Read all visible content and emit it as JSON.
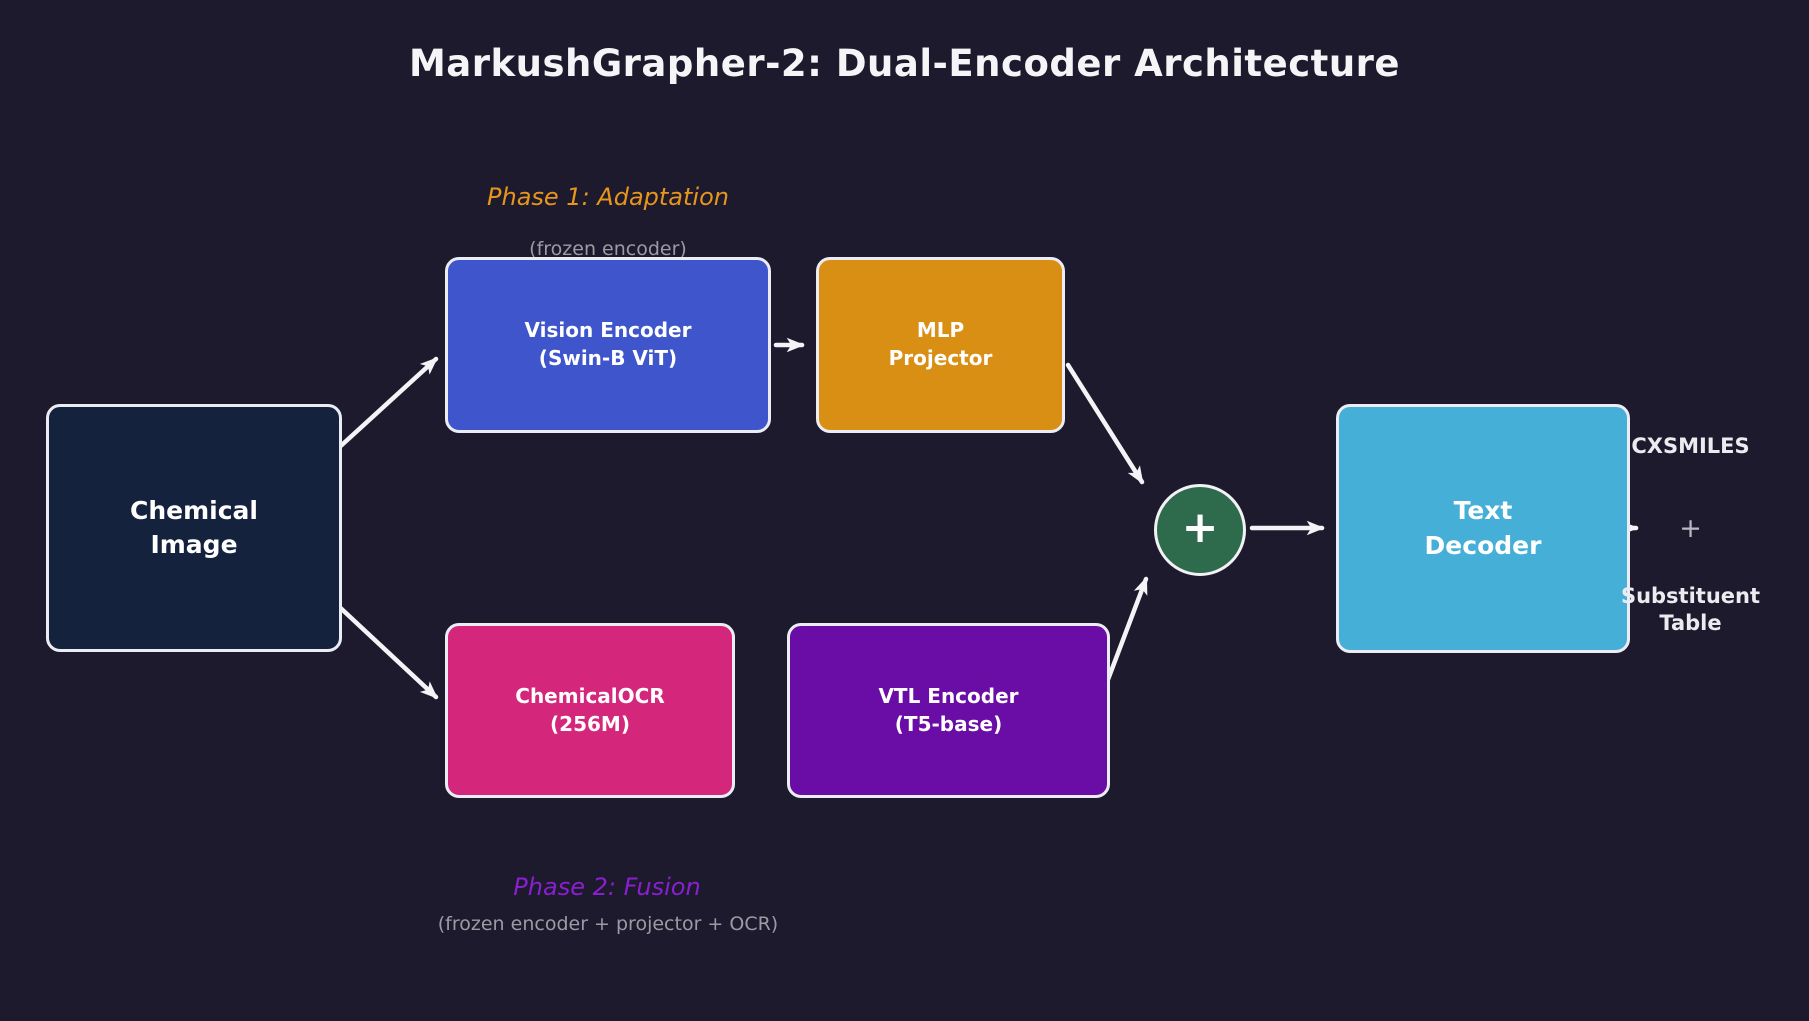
{
  "title": "MarkushGrapher-2: Dual-Encoder Architecture",
  "phase1": {
    "label": "Phase 1: Adaptation",
    "note": "(frozen encoder)",
    "color": "#e8951c"
  },
  "phase2": {
    "label": "Phase 2: Fusion",
    "note": "(frozen encoder + projector + OCR)",
    "color": "#8a1fd0"
  },
  "nodes": {
    "chemical_image": {
      "line1": "Chemical",
      "line2": "Image",
      "fill": "#15223e"
    },
    "vision_encoder": {
      "line1": "Vision Encoder",
      "line2": "(Swin-B ViT)",
      "fill": "#3e55cb"
    },
    "mlp_projector": {
      "line1": "MLP",
      "line2": "Projector",
      "fill": "#d98e14"
    },
    "chemical_ocr": {
      "line1": "ChemicalOCR",
      "line2": "(256M)",
      "fill": "#d4267a"
    },
    "vtl_encoder": {
      "line1": "VTL Encoder",
      "line2": "(T5-base)",
      "fill": "#6a0da6"
    },
    "text_decoder": {
      "line1": "Text",
      "line2": "Decoder",
      "fill": "#45afd7"
    },
    "fusion_plus": {
      "label": "+",
      "fill": "#2e6b4d"
    }
  },
  "outputs": {
    "cxsmiles": "CXSMILES",
    "plus": "+",
    "substituent_line1": "Substituent",
    "substituent_line2": "Table"
  },
  "colors": {
    "background": "#1d1a2d",
    "box_border": "#ececf4",
    "arrow": "#f4f4f7",
    "note_text": "#9c9aa3",
    "title_text": "#f5f5f7"
  }
}
